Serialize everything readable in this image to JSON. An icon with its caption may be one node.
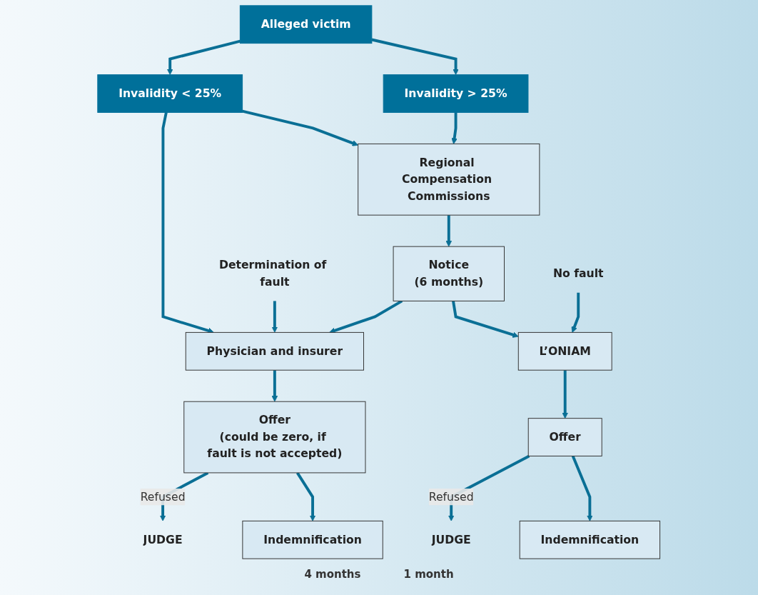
{
  "diagram": {
    "nodes": [
      {
        "text": [
          "Alleged victim"
        ]
      },
      {
        "text": [
          "Invalidity < 25%"
        ]
      },
      {
        "text": [
          "Invalidity > 25%"
        ]
      },
      {
        "text": [
          "Regional Compensation Commissions"
        ]
      },
      {
        "text": [
          "Determination of fault"
        ]
      },
      {
        "text": [
          "Notice",
          "(6 months)"
        ]
      },
      {
        "text": [
          "No fault"
        ]
      },
      {
        "text": [
          "Physician and insurer"
        ]
      },
      {
        "text": [
          "L’ONIAM"
        ]
      },
      {
        "text": [
          "JUDGE"
        ]
      },
      {
        "text": [
          "Offer",
          "(could be zero, if fault is not accepted)"
        ]
      },
      {
        "text": [
          "Offer"
        ]
      },
      {
        "text": [
          "JUDGE"
        ]
      },
      {
        "text": [
          "Indemnification"
        ]
      },
      {
        "text": [
          "Indemnification"
        ]
      }
    ],
    "edges": [
      {
        "from": 0,
        "to": 1,
        "arrow": "to"
      },
      {
        "from": 0,
        "to": 2,
        "arrow": "to"
      },
      {
        "from": 1,
        "to": 3,
        "arrow": "to"
      },
      {
        "from": 2,
        "to": 3,
        "arrow": "to"
      },
      {
        "from": 1,
        "to": 7,
        "arrow": "to"
      },
      {
        "from": 3,
        "to": 5,
        "arrow": "to"
      },
      {
        "from": 4,
        "to": 7,
        "arrow": "to"
      },
      {
        "from": 5,
        "to": 7,
        "arrow": "to"
      },
      {
        "from": 5,
        "to": 8,
        "arrow": "to"
      },
      {
        "from": 6,
        "to": 8,
        "arrow": "to"
      },
      {
        "from": 7,
        "to": 10,
        "arrow": "to"
      },
      {
        "from": 8,
        "to": 11,
        "arrow": "to"
      },
      {
        "from": 10,
        "to": 9,
        "arrow": "to",
        "label": "Refused"
      },
      {
        "from": 11,
        "to": 12,
        "arrow": "to",
        "label": "Refused"
      },
      {
        "from": 10,
        "to": 13,
        "arrow": "to"
      },
      {
        "from": 11,
        "to": 14,
        "arrow": "to"
      }
    ],
    "labels": [
      "4 months",
      "1 month"
    ]
  }
}
